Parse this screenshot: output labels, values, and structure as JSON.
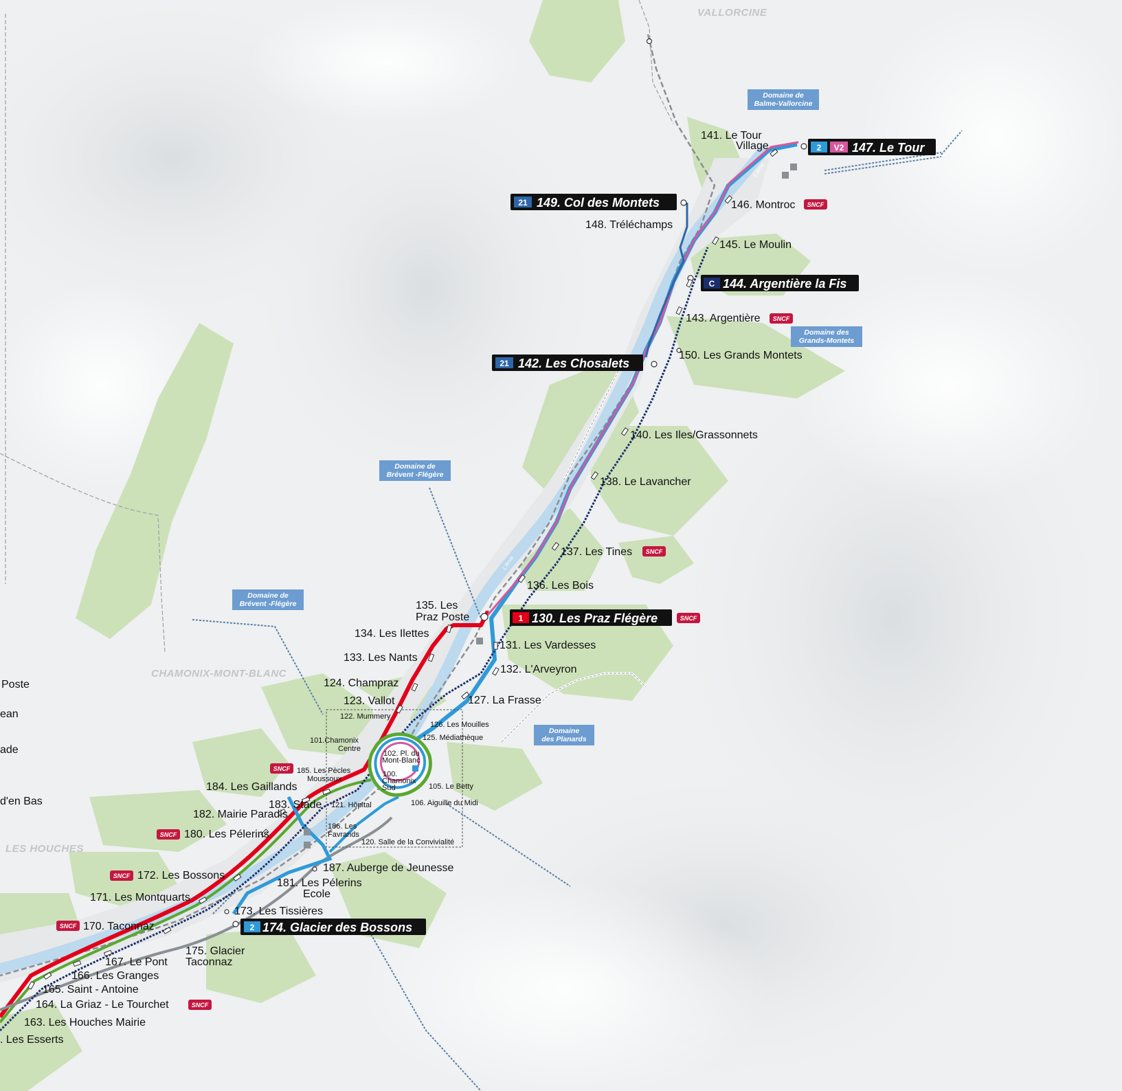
{
  "towns": [
    "VALLORCINE",
    "CHAMONIX-MONT-BLANC",
    "LES HOUCHES"
  ],
  "domains": [
    {
      "line1": "Domaine de",
      "line2": "Balme-Vallorcine"
    },
    {
      "line1": "Domaine des",
      "line2": "Grands-Montets"
    },
    {
      "line1": "Domaine de",
      "line2": "Brévent -Flégère"
    },
    {
      "line1": "Domaine de",
      "line2": "Brévent -Flégère"
    },
    {
      "line1": "Domaine",
      "line2": "des Planards"
    }
  ],
  "major_stops": [
    {
      "badge": "2",
      "badge2": "V2",
      "label": "147. Le Tour",
      "badge_color": "#2f9ad8",
      "badge2_color": "#d6589d"
    },
    {
      "badge": "21",
      "label": "149. Col des Montets",
      "badge_color": "#2e66a8"
    },
    {
      "badge": "C",
      "label": "144. Argentière la Fis",
      "badge_color": "#1b2f6b"
    },
    {
      "badge": "21",
      "label": "142. Les Chosalets",
      "badge_color": "#2e66a8"
    },
    {
      "badge": "1",
      "label": "130. Les Praz Flégère",
      "badge_color": "#e2001a"
    },
    {
      "badge": "2",
      "label": "174. Glacier des Bossons",
      "badge_color": "#2f9ad8"
    }
  ],
  "stops": [
    "141. Le Tour",
    "Village",
    "146. Montroc",
    "148. Tréléchamps",
    "145. Le Moulin",
    "143. Argentière",
    "150. Les Grands Montets",
    "140. Les Iles/Grassonnets",
    "138. Le Lavancher",
    "137. Les Tines",
    "136. Les Bois",
    "135. Les",
    "Praz Poste",
    "134. Les Ilettes",
    "131. Les Vardesses",
    "133. Les Nants",
    "132. L'Arveyron",
    "124. Champraz",
    "123. Vallot",
    "127. La Frasse",
    "184. Les Gaillands",
    "183. Stade",
    "182. Mairie Paradis",
    "180. Les Pélerins",
    "172. Les Bossons",
    "171. Les Montquarts",
    "187. Auberge de Jeunesse",
    "181. Les Pélerins",
    "Ecole",
    "173. Les Tissières",
    "170. Taconnaz",
    "175. Glacier",
    "Taconnaz",
    "167. Le Pont",
    "166. Les Granges",
    "165. Saint - Antoine",
    "164. La Griaz - Le Tourchet",
    "163. Les Houches Mairie",
    ". Les Esserts",
    "Poste",
    "ean",
    "ade",
    "d'en Bas"
  ],
  "center_stops": [
    "122. Mummery",
    "126. Les Mouilles",
    "101.Chamonix",
    "Centre",
    "125. Médiathèque",
    "102. Pl. du",
    "Mont-Blanc",
    "100.",
    "Chamonix",
    "Sud",
    "185. Les Pècles",
    "Moussoux",
    "105. Le Betty",
    "121. Hôpital",
    "106. Aiguille du Midi",
    "186. Les",
    "Favrands",
    "120. Salle de la Convivialité"
  ],
  "sncf_label": "SNCF",
  "river_label": "L'Arve",
  "colors": {
    "red": "#e2001a",
    "blue": "#2f9ad8",
    "pink": "#d6589d",
    "navy": "#1b2f6b",
    "darkblue": "#2e66a8",
    "green": "#5aa832",
    "gray": "#8a8f95",
    "forest": "#c9dfb3",
    "water": "#cfe4f3",
    "domain_box": "#6c9cd0",
    "sncf": "#c4173f"
  },
  "icons": [
    "sncf-logo-icon",
    "stop-marker-icon",
    "terminus-icon",
    "parking-icon",
    "cable-car-icon"
  ]
}
